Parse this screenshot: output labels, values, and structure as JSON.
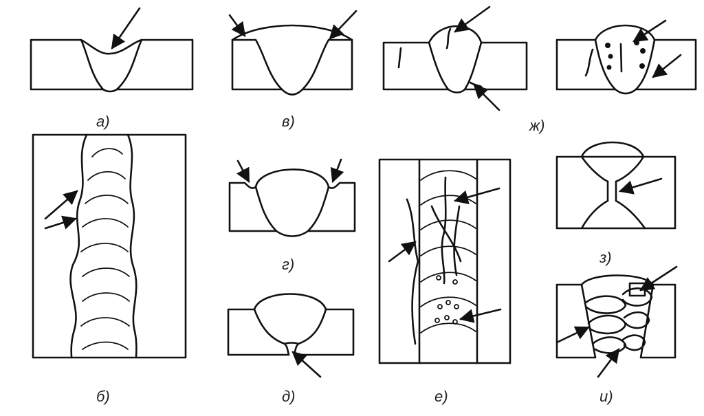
{
  "labels": {
    "a": "а)",
    "b": "б)",
    "v": "в)",
    "g": "г)",
    "d": "д)",
    "e": "е)",
    "zh": "ж)",
    "z": "з)",
    "i": "и)"
  },
  "colors": {
    "ink": "#111111",
    "background": "#ffffff",
    "label": "#222222"
  }
}
